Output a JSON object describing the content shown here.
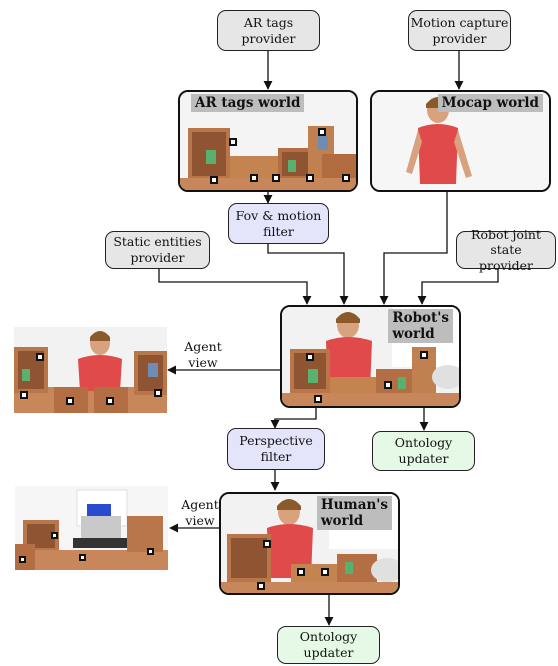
{
  "nodes": {
    "ar_provider": "AR tags\nprovider",
    "mocap_provider": "Motion capture\nprovider",
    "fov_filter": "Fov & motion\nfilter",
    "static_provider": "Static entities\nprovider",
    "joint_provider": "Robot joint state\nprovider",
    "perspective_filter": "Perspective\nfilter",
    "ontology_updater_1": "Ontology\nupdater",
    "ontology_updater_2": "Ontology\nupdater"
  },
  "worlds": {
    "ar_world": "AR tags world",
    "mocap_world": "Mocap world",
    "robot_world": "Robot's\nworld",
    "human_world": "Human's\nworld"
  },
  "labels": {
    "agent_view_1": "Agent\nview",
    "agent_view_2": "Agent\nview"
  },
  "colors": {
    "provider": "#e6e6e6",
    "filter": "#e4e4fb",
    "updater": "#e6f9e6",
    "world_label": "#bdbdbd"
  }
}
